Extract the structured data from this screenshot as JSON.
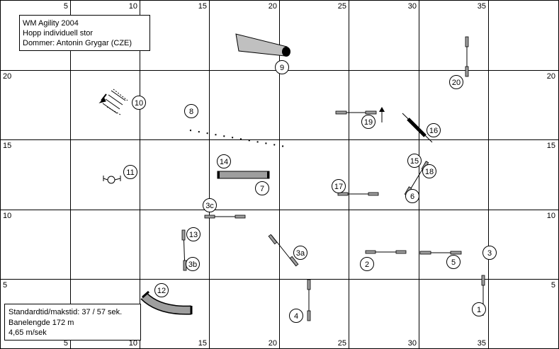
{
  "colors": {
    "grid": "#000000",
    "bar": "#9e9e9e",
    "tube": "#c0c0c0",
    "tire": "#000000"
  },
  "header": {
    "line1": "WM Agility 2004",
    "line2": "Hopp individuell stor",
    "line3": "Dommer: Antonin Grygar  (CZE)"
  },
  "footer": {
    "line1": "Standardtid/makstid: 37 / 57 sek.",
    "line2": "Banelengde 172 m",
    "line3": "4,65 m/sek"
  },
  "axis": {
    "top": [
      "5",
      "10",
      "15",
      "20",
      "25",
      "30",
      "35"
    ],
    "bottom": [
      "5",
      "10",
      "15",
      "20",
      "25",
      "30",
      "35"
    ],
    "left": [
      "20",
      "15",
      "10",
      "5"
    ],
    "right": [
      "20",
      "15",
      "10",
      "5"
    ]
  },
  "obstacles": [
    {
      "label": "1"
    },
    {
      "label": "2"
    },
    {
      "label": "3"
    },
    {
      "label": "3a"
    },
    {
      "label": "3b"
    },
    {
      "label": "3c"
    },
    {
      "label": "4"
    },
    {
      "label": "5"
    },
    {
      "label": "6"
    },
    {
      "label": "7"
    },
    {
      "label": "8"
    },
    {
      "label": "9"
    },
    {
      "label": "10"
    },
    {
      "label": "11"
    },
    {
      "label": "12"
    },
    {
      "label": "13"
    },
    {
      "label": "14"
    },
    {
      "label": "15"
    },
    {
      "label": "16"
    },
    {
      "label": "17"
    },
    {
      "label": "18"
    },
    {
      "label": "19"
    },
    {
      "label": "20"
    }
  ]
}
